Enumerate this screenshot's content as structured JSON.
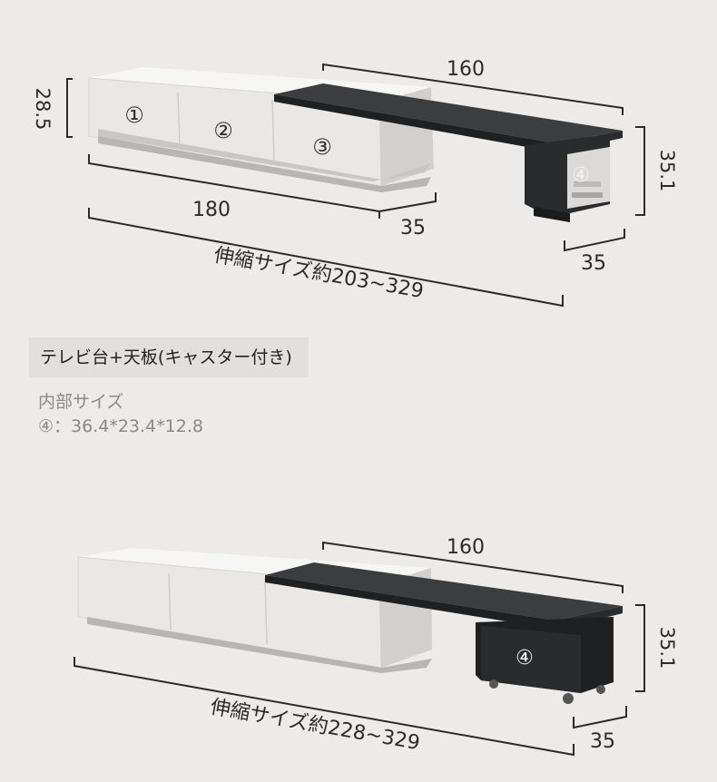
{
  "top_diagram": {
    "height": "28.5",
    "top_width": "160",
    "base_width": "180",
    "inner_extension": "35",
    "side_height": "35.1",
    "side_depth": "35",
    "extend_range": "伸縮サイズ約203~329",
    "labels": [
      "①",
      "②",
      "③",
      "④"
    ]
  },
  "product_name": "テレビ台+天板(キャスター付き)",
  "inner_size": {
    "title": "内部サイズ",
    "value": "④：36.4*23.4*12.8"
  },
  "bottom_diagram": {
    "top_width": "160",
    "side_height": "35.1",
    "side_depth": "35",
    "extend_range": "伸縮サイズ約228~329",
    "label": "④"
  }
}
